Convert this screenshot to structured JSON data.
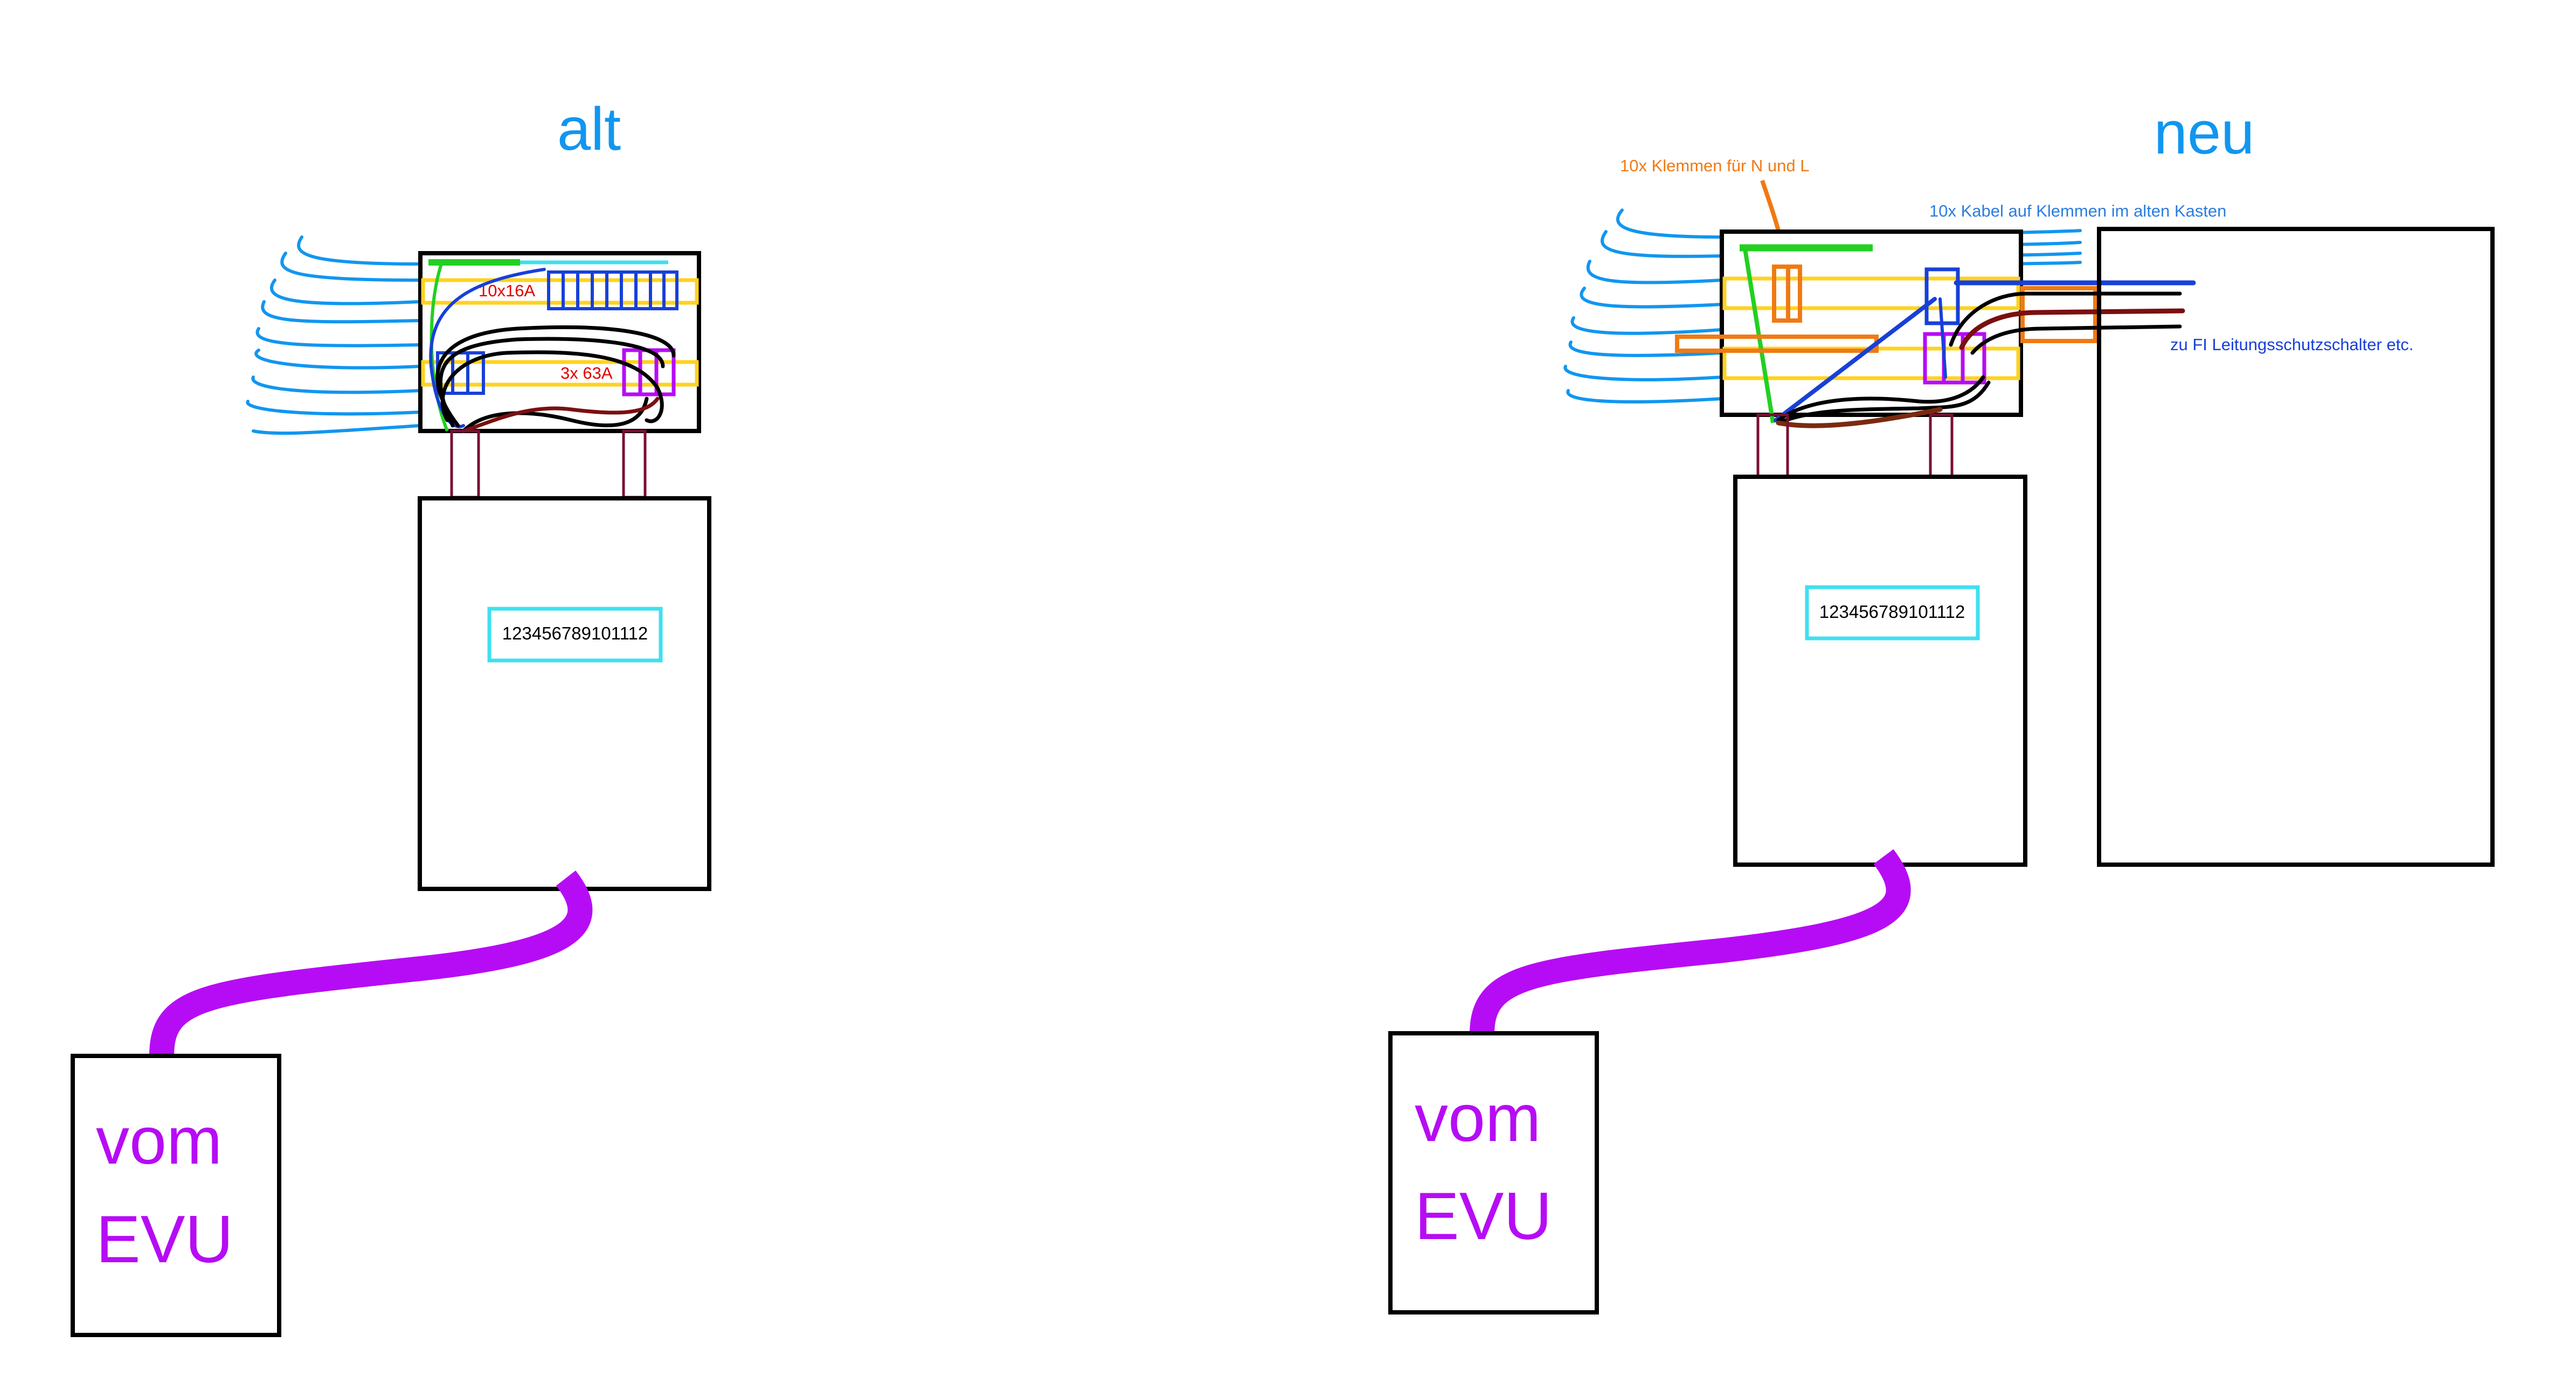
{
  "old_panel": {
    "title": "alt",
    "breaker_label_a": "10x16A",
    "breaker_label_b": "3x 63A",
    "meter_number": "123456789101112",
    "source_label_line1": "vom",
    "source_label_line2": "EVU"
  },
  "new_panel": {
    "title": "neu",
    "terminal_note": "10x Klemmen für N und L",
    "cable_note": "10x Kabel auf Klemmen im alten Kasten",
    "breaker_note": "zu FI Leitungsschutzschalter etc.",
    "meter_number": "123456789101112",
    "source_label_line1": "vom",
    "source_label_line2": "EVU"
  },
  "colors": {
    "title_blue": "#1196f0",
    "cable_blue": "#1196f0",
    "label_red": "#e00000",
    "note_orange": "#f07a14",
    "note_blue": "#2b7de0",
    "note_navy": "#1840d8",
    "meter_cyan": "#3fe0f0",
    "source_purple": "#b60cf5",
    "rail_yellow": "#ffd21e",
    "ground_green": "#22d022",
    "wire_maroon": "#7a1010"
  }
}
